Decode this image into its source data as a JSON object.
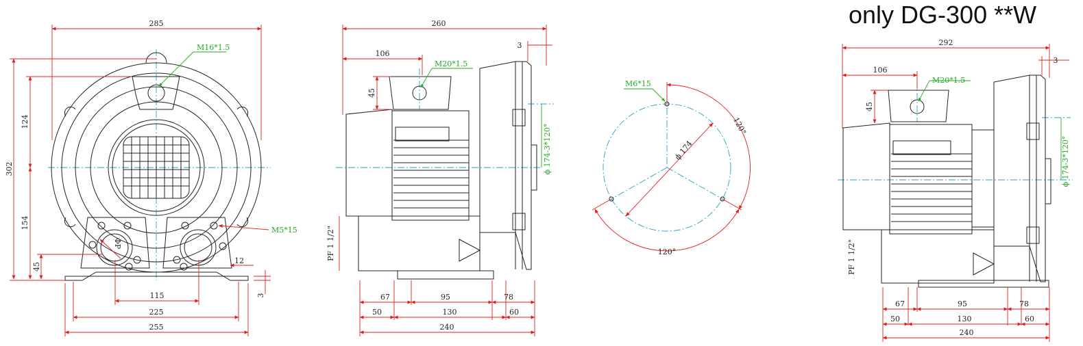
{
  "title": "only DG-300 **W",
  "front_view": {
    "overall_width": "285",
    "overall_height": "302",
    "upper_height": "124",
    "lower_height": "154",
    "base_height": "45",
    "thread_label": "M16*1.5",
    "mount_label": "M5*15",
    "port_label": "ΦP",
    "foot_gap": "12",
    "foot_thickness": "3",
    "port_spacing": "115",
    "mount_spacing": "225",
    "base_width": "255"
  },
  "side_view": {
    "overall_length": "260",
    "offset_106": "106",
    "offset_3": "3",
    "inlet_height": "45",
    "thread_label": "M20*1.5",
    "flange_label": "ϕ 174-3*120°",
    "pipe_label": "PF 1 1/2\"",
    "d67": "67",
    "d95": "95",
    "d78": "78",
    "d50": "50",
    "d130": "130",
    "d60": "60",
    "d240": "240"
  },
  "flange_view": {
    "hole_label": "M6*15",
    "diameter_label": "ϕ 174",
    "angle_top": "120°",
    "angle_bottom": "120°"
  },
  "variant_view": {
    "overall_length": "292",
    "offset_106": "106",
    "offset_3": "3",
    "inlet_height": "45",
    "thread_label": "M20*1.5",
    "flange_label": "ϕ 174-3*120°",
    "pipe_label": "PF 1 1/2\"",
    "d67": "67",
    "d95": "95",
    "d78": "78",
    "d50": "50",
    "d130": "130",
    "d60": "60",
    "d240": "240"
  },
  "colors": {
    "dimension": "#e02020",
    "centerline": "#1fa5c5",
    "callout": "#22aa22",
    "object": "#222222"
  }
}
